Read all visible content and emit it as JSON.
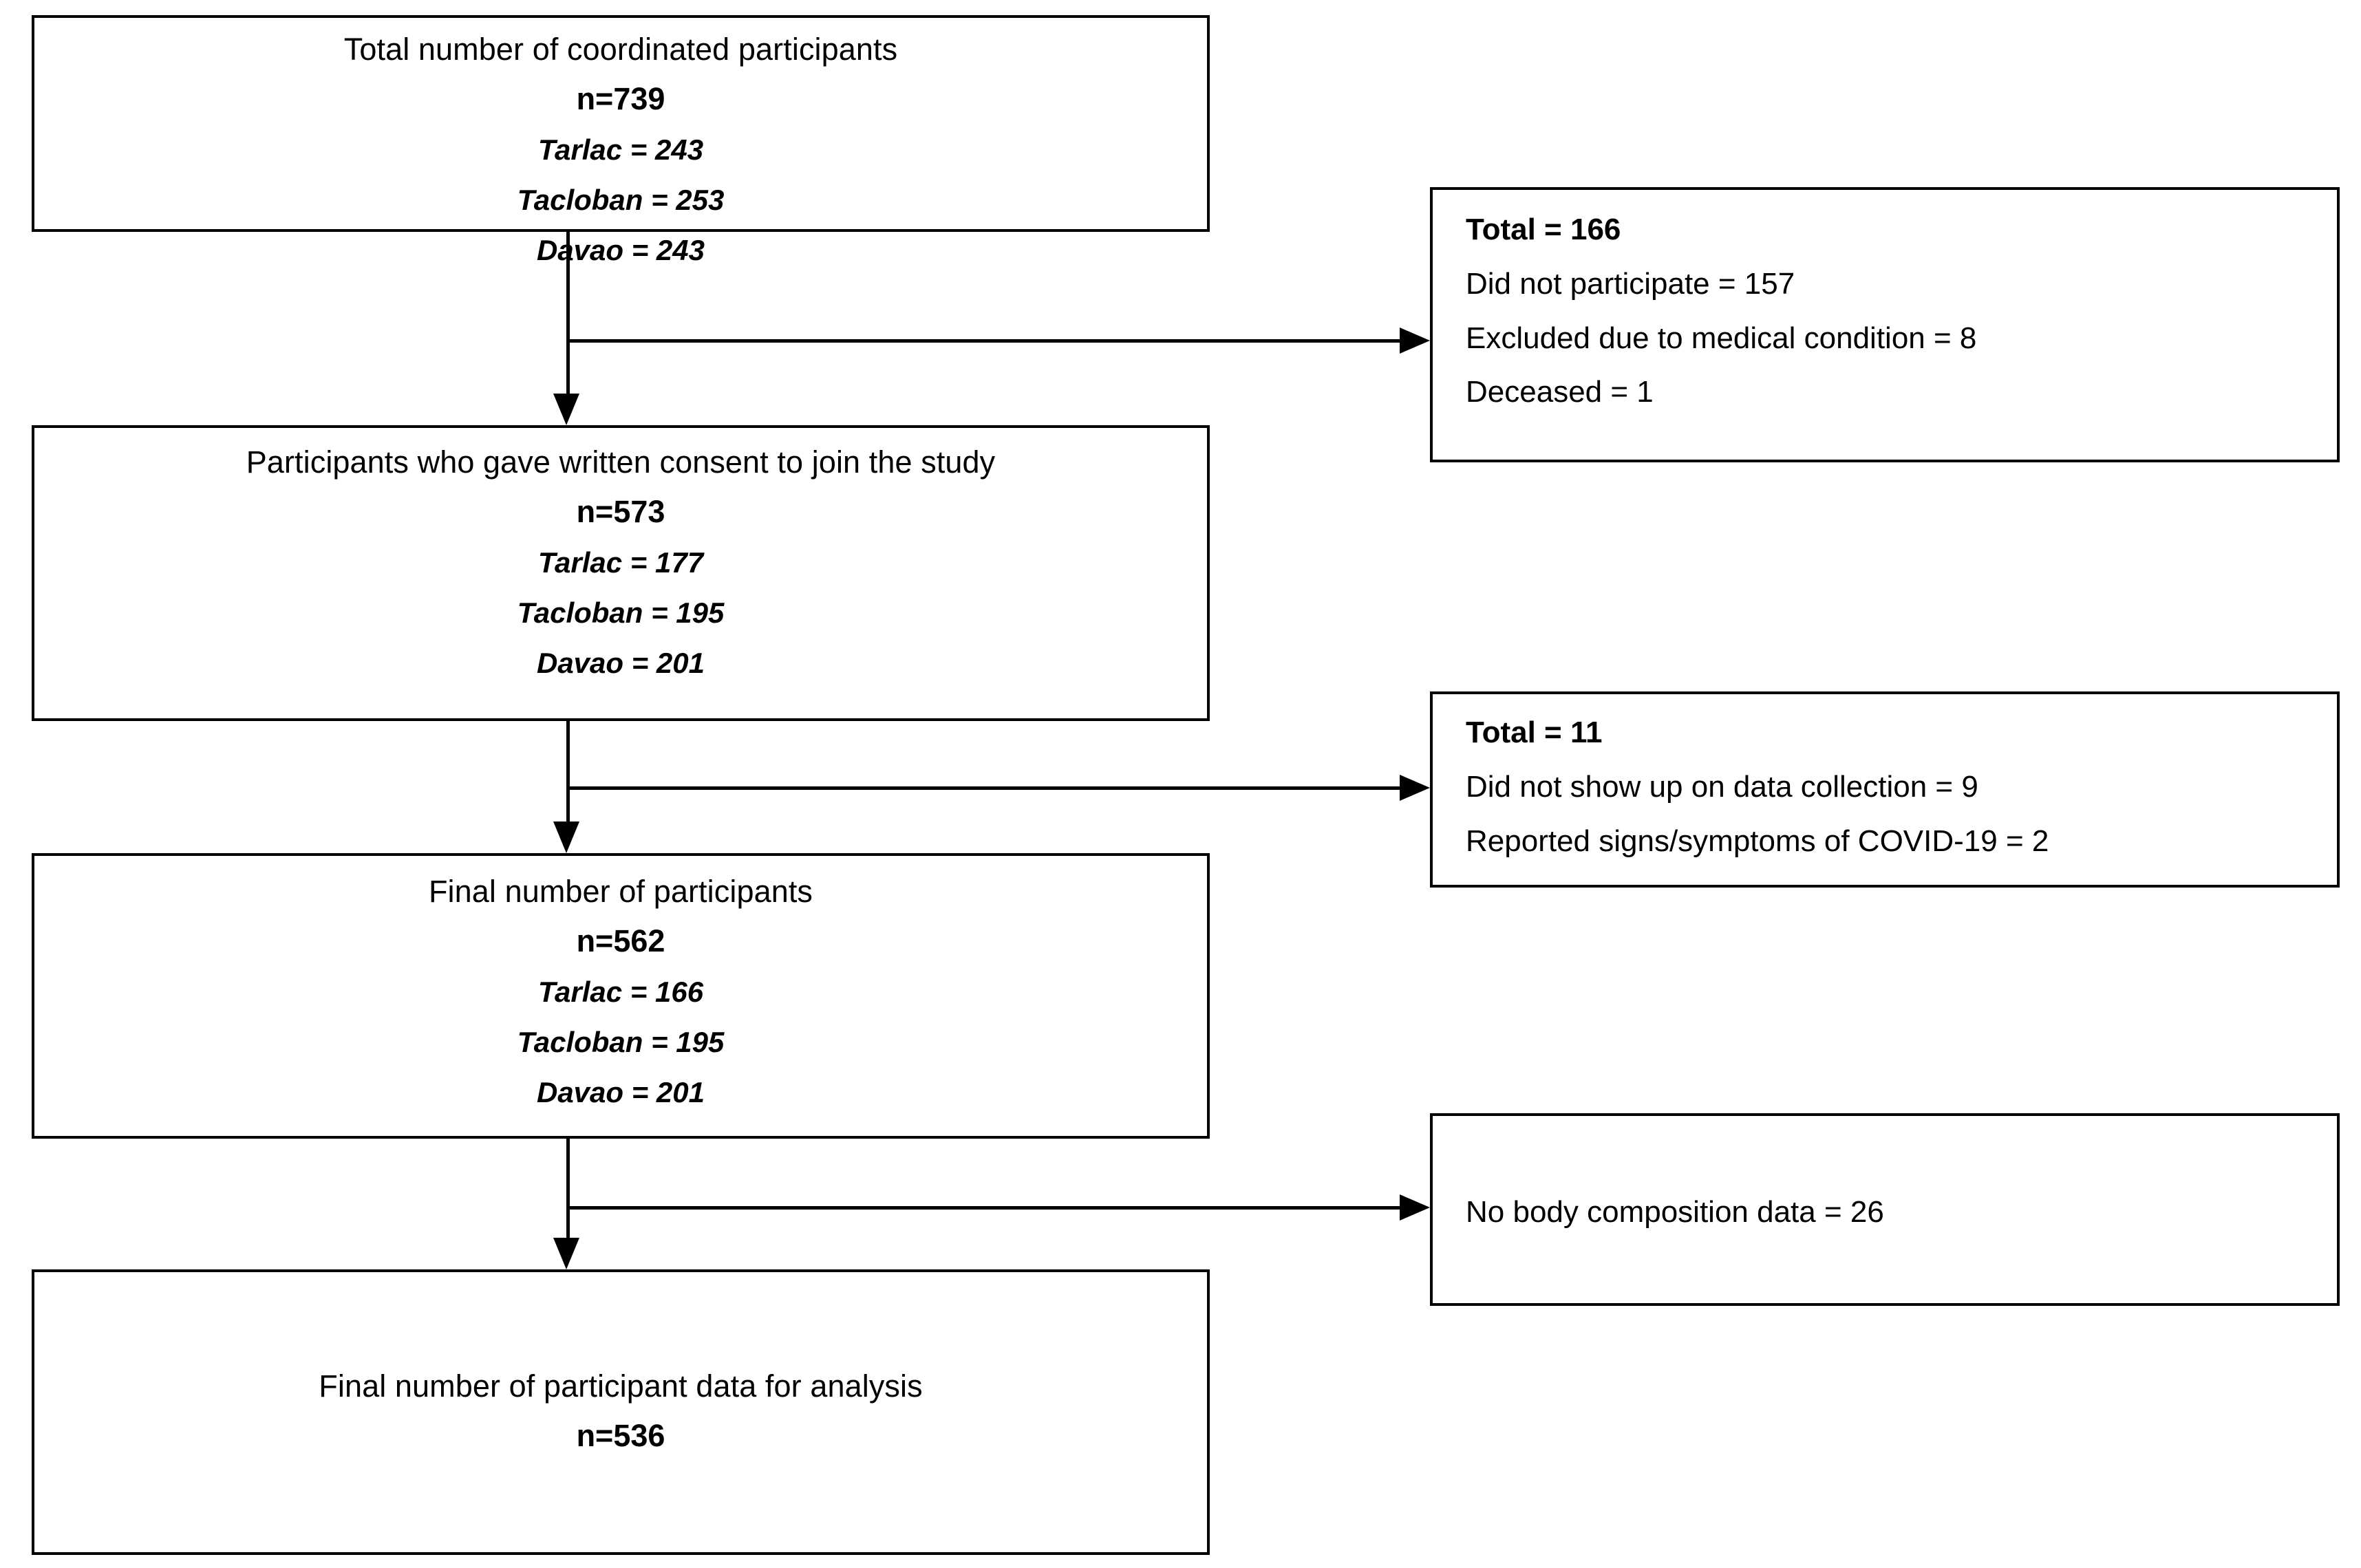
{
  "diagram": {
    "type": "participant-flow-chart",
    "nodes": [
      {
        "id": "coordinated",
        "title": "Total number of coordinated participants",
        "n": "n=739",
        "sites": [
          "Tarlac = 243",
          "Tacloban = 253",
          "Davao = 243"
        ]
      },
      {
        "id": "consented",
        "title": "Participants who gave written consent to join the study",
        "n": "n=573",
        "sites": [
          "Tarlac = 177",
          "Tacloban = 195",
          "Davao = 201"
        ]
      },
      {
        "id": "final-participants",
        "title": "Final number of participants",
        "n": "n=562",
        "sites": [
          "Tarlac = 166",
          "Tacloban = 195",
          "Davao = 201"
        ]
      },
      {
        "id": "analysis",
        "title": "Final number of participant data for analysis",
        "n": "n=536",
        "sites": []
      }
    ],
    "exclusions": [
      {
        "id": "exclusion-1",
        "total": "Total = 166",
        "lines": [
          "Did not participate = 157",
          "Excluded due to medical condition = 8",
          "Deceased = 1"
        ]
      },
      {
        "id": "exclusion-2",
        "total": "Total = 11",
        "lines": [
          "Did not show up on data collection = 9",
          "Reported signs/symptoms of COVID-19 = 2"
        ]
      },
      {
        "id": "exclusion-3",
        "total": "",
        "lines": [
          "No body composition data = 26"
        ]
      }
    ],
    "colors": {
      "stroke": "#000000",
      "fill": "#ffffff",
      "text": "#000000"
    }
  }
}
